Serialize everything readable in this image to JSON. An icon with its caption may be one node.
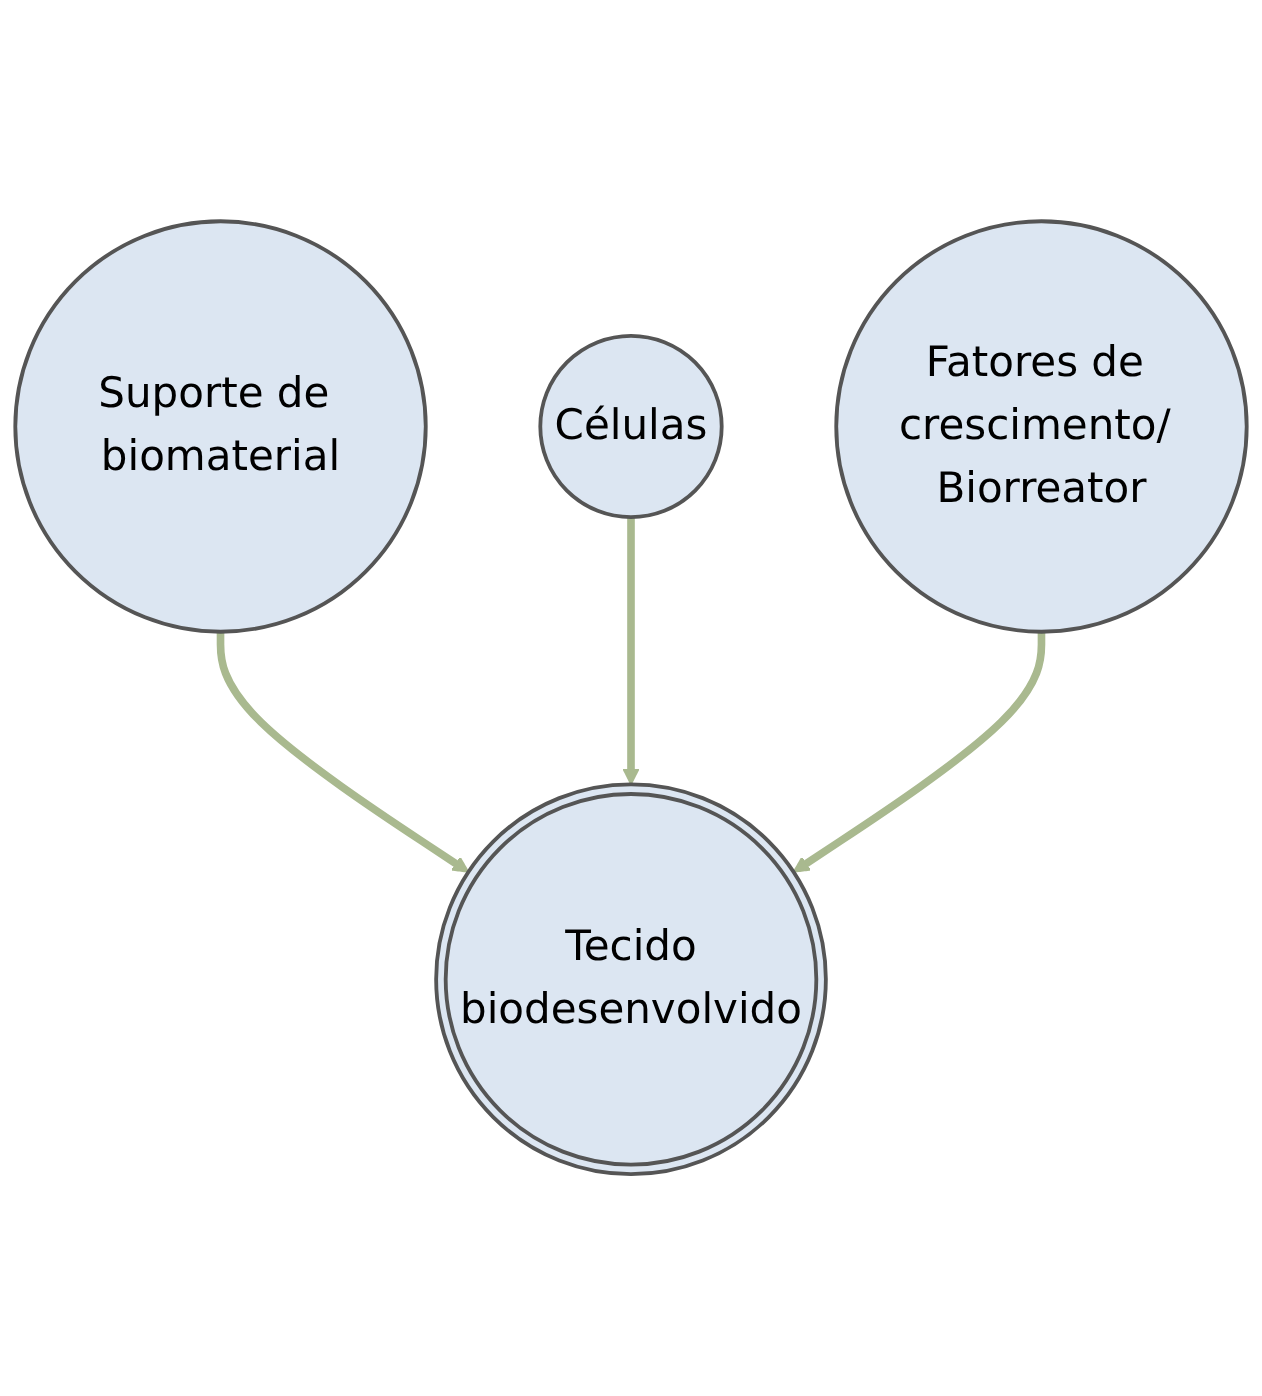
{
  "diagram": {
    "nodes": [
      {
        "text": [
          "Suporte de biomaterial"
        ]
      },
      {
        "text": [
          "Células"
        ]
      },
      {
        "text": [
          "Tecido",
          "biodesenvolvido"
        ]
      },
      {
        "text": [
          "Fatores de crescimento/ Biorreator"
        ]
      }
    ],
    "edges": [
      {
        "from": 0,
        "to": 2,
        "arrow": "to"
      },
      {
        "from": 1,
        "to": 2,
        "arrow": "to"
      },
      {
        "from": 3,
        "to": 2,
        "arrow": "to"
      }
    ]
  }
}
